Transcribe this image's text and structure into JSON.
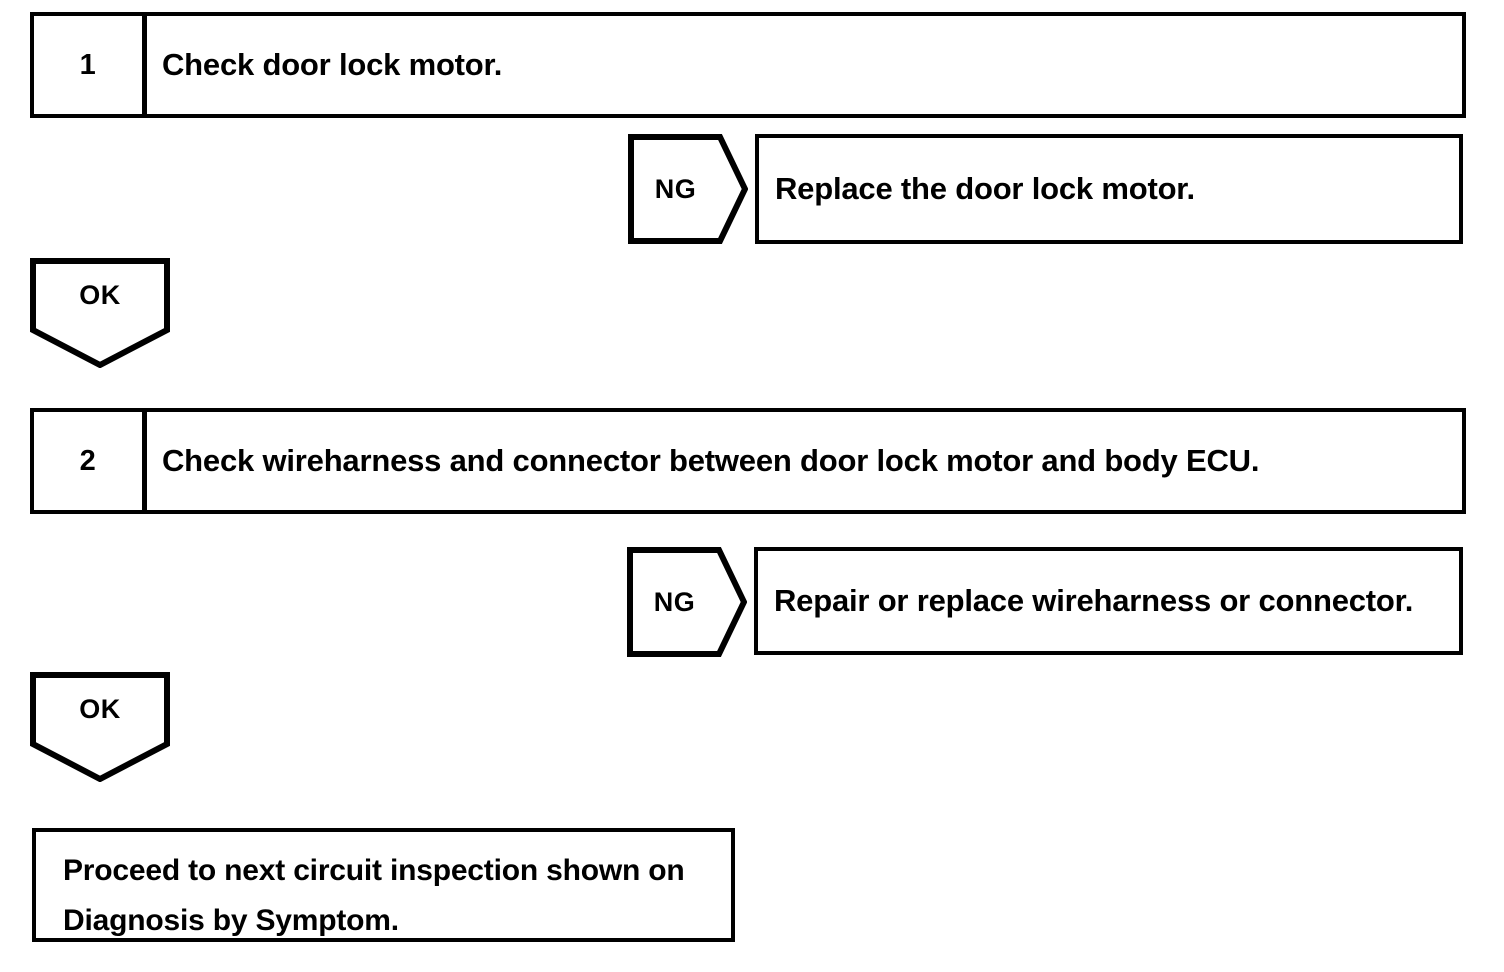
{
  "diagram": {
    "type": "troubleshooting-flowchart",
    "title": "",
    "ink_color": "#000000",
    "background_color": "#ffffff",
    "steps": [
      {
        "number": "1",
        "instruction": "Check door lock motor.",
        "ng": {
          "label": "NG",
          "action": "Replace the door lock motor."
        },
        "ok": {
          "label": "OK"
        }
      },
      {
        "number": "2",
        "instruction": "Check wireharness and connector between door lock motor and body ECU.",
        "ng": {
          "label": "NG",
          "action": "Repair or replace wireharness or connector."
        },
        "ok": {
          "label": "OK"
        }
      }
    ],
    "terminal": {
      "line1": "Proceed to next circuit inspection shown on",
      "line2": "Diagnosis by Symptom."
    }
  }
}
